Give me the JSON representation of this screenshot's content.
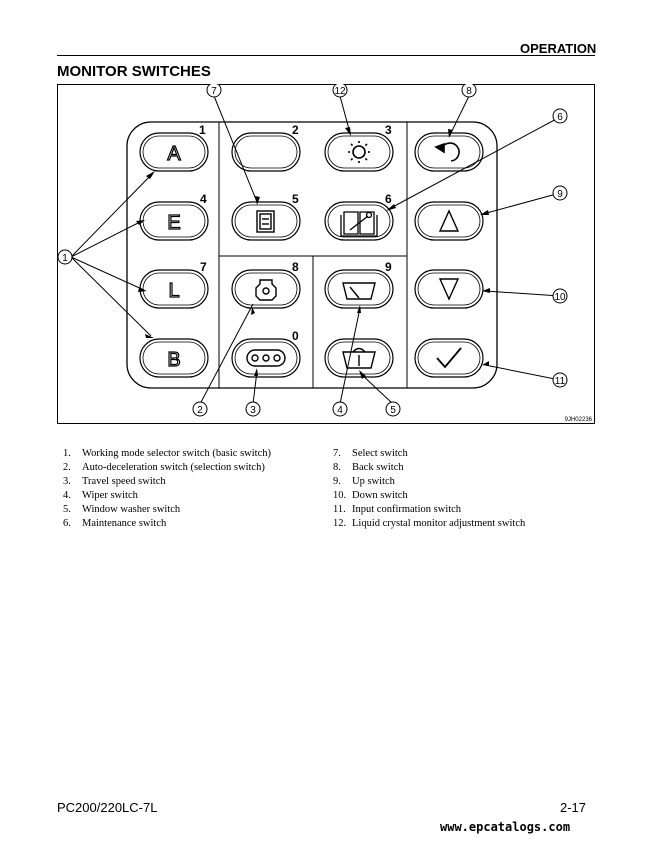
{
  "header": {
    "section": "OPERATION",
    "title": "MONITOR SWITCHES"
  },
  "figure": {
    "code": "9JH02236",
    "switch_labels": {
      "a": "A",
      "e": "E",
      "l": "L",
      "b": "B"
    },
    "switch_corner_numbers": [
      "1",
      "2",
      "3",
      "4",
      "5",
      "6",
      "7",
      "8",
      "9",
      "0"
    ],
    "callout_numbers": [
      "1",
      "2",
      "3",
      "4",
      "5",
      "6",
      "7",
      "8",
      "9",
      "10",
      "11",
      "12"
    ]
  },
  "legend_left": [
    {
      "num": "1.",
      "text": "Working mode selector switch (basic switch)"
    },
    {
      "num": "2.",
      "text": "Auto-deceleration switch (selection switch)"
    },
    {
      "num": "3.",
      "text": "Travel speed switch"
    },
    {
      "num": "4.",
      "text": "Wiper switch"
    },
    {
      "num": "5.",
      "text": "Window washer switch"
    },
    {
      "num": "6.",
      "text": "Maintenance switch"
    }
  ],
  "legend_right": [
    {
      "num": "7.",
      "text": "Select switch"
    },
    {
      "num": "8.",
      "text": "Back switch"
    },
    {
      "num": "9.",
      "text": "Up switch"
    },
    {
      "num": "10.",
      "text": "Down switch"
    },
    {
      "num": "11.",
      "text": "Input confirmation switch"
    },
    {
      "num": "12.",
      "text": "Liquid crystal monitor adjustment switch"
    }
  ],
  "footer": {
    "model": "PC200/220LC-7L",
    "page": "2-17",
    "watermark": "www.epcatalogs.com"
  }
}
